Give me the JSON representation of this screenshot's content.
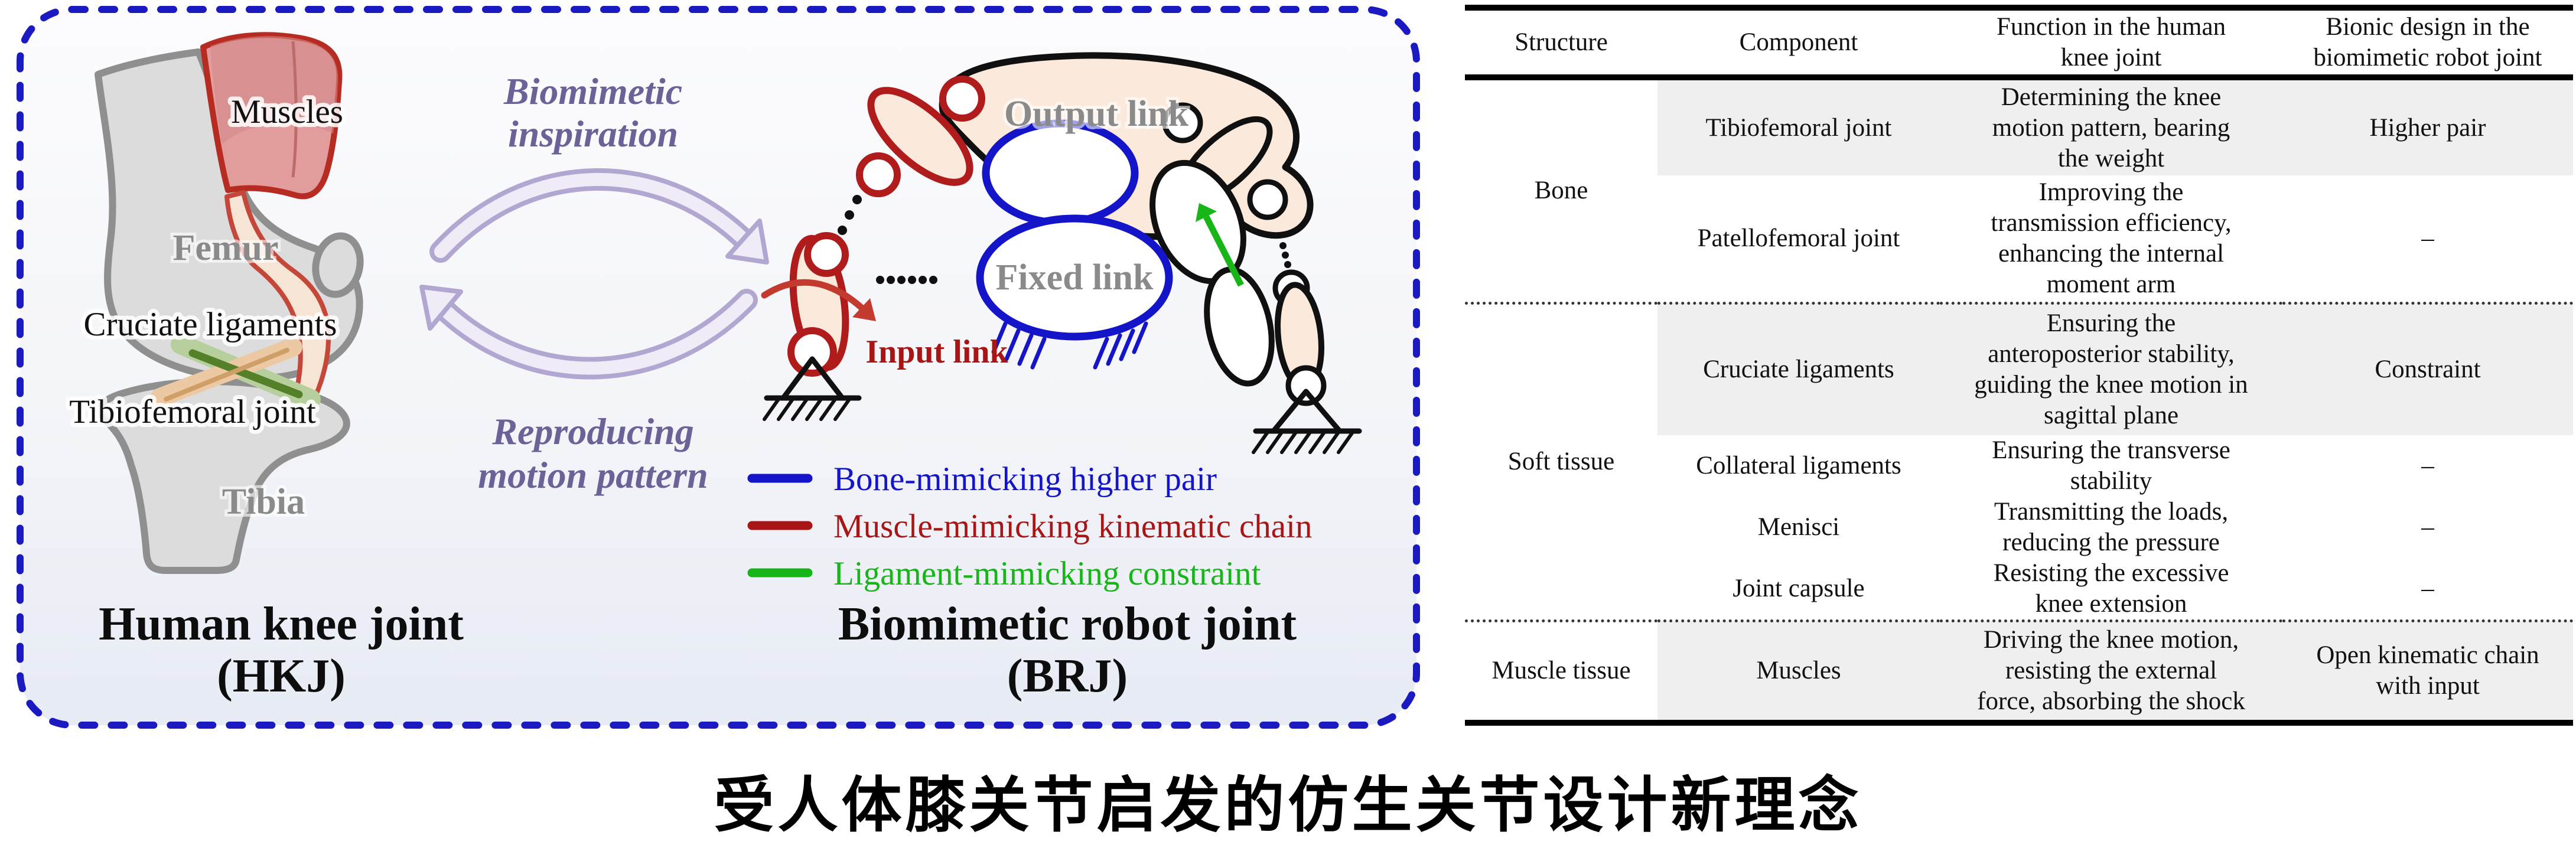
{
  "figure": {
    "hkj": {
      "label_muscles": "Muscles",
      "label_femur": "Femur",
      "label_cruciate": "Cruciate ligaments",
      "label_tibiofemoral": "Tibiofemoral joint",
      "label_tibia": "Tibia",
      "caption_line1": "Human knee joint",
      "caption_line2": "(HKJ)"
    },
    "cycle": {
      "inspiration_line1": "Biomimetic",
      "inspiration_line2": "inspiration",
      "reproducing_line1": "Reproducing",
      "reproducing_line2": "motion pattern"
    },
    "brj": {
      "label_output": "Output link",
      "label_fixed": "Fixed link",
      "label_input": "Input link",
      "caption_line1": "Biomimetic robot joint",
      "caption_line2": "(BRJ)"
    },
    "legend": [
      {
        "label": "Bone-mimicking higher pair",
        "color": "#1414c8"
      },
      {
        "label": "Muscle-mimicking kinematic chain",
        "color": "#a81515"
      },
      {
        "label": "Ligament-mimicking constraint",
        "color": "#17b517"
      }
    ]
  },
  "table": {
    "headers": [
      "Structure",
      "Component",
      "Function in the human\nknee joint",
      "Bionic design in the\nbiomimetic robot joint"
    ],
    "groups": [
      {
        "structure": "Bone",
        "rows": [
          {
            "component": "Tibiofemoral joint",
            "function": "Determining the knee\nmotion pattern, bearing\nthe weight",
            "bionic": "Higher pair"
          },
          {
            "component": "Patellofemoral joint",
            "function": "Improving the\ntransmission efficiency,\nenhancing the internal\nmoment arm",
            "bionic": "–"
          }
        ]
      },
      {
        "structure": "Soft tissue",
        "rows": [
          {
            "component": "Cruciate ligaments",
            "function": "Ensuring the\nanteroposterior stability,\nguiding the knee motion in\nsagittal plane",
            "bionic": "Constraint"
          },
          {
            "component": "Collateral ligaments",
            "function": "Ensuring the transverse\nstability",
            "bionic": "–"
          },
          {
            "component": "Menisci",
            "function": "Transmitting the loads,\nreducing the pressure",
            "bionic": "–"
          },
          {
            "component": "Joint capsule",
            "function": "Resisting the excessive\nknee extension",
            "bionic": "–"
          }
        ]
      },
      {
        "structure": "Muscle tissue",
        "rows": [
          {
            "component": "Muscles",
            "function": "Driving the knee motion,\nresisting the external\nforce, absorbing the shock",
            "bionic": "Open kinematic chain\nwith input"
          }
        ]
      }
    ]
  },
  "caption": "受人体膝关节启发的仿生关节设计新理念",
  "colors": {
    "panel_border": "#1a1ac0",
    "bone_pair_blue": "#1414c8",
    "muscle_chain_red": "#b01c1c",
    "ligament_green": "#17b517",
    "inspiration_purple": "#6b6298",
    "table_shade": "#efefef"
  }
}
